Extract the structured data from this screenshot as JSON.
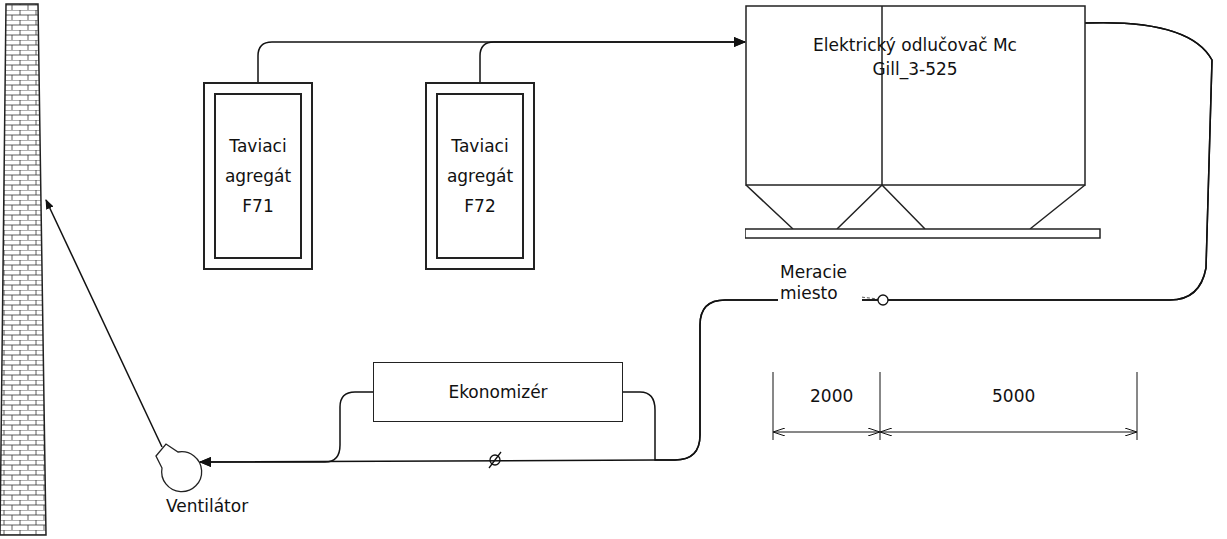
{
  "diagram": {
    "nodes": [
      {
        "text": [
          "Taviaci agregát F71"
        ]
      },
      {
        "text": [
          "Taviaci agregát F72"
        ]
      },
      {
        "text": [
          "Elektrický odlučovač Mc Gill_3-525"
        ]
      },
      {
        "text": [
          "Ekonomizér"
        ]
      },
      {
        "text": [
          "Ventilátor"
        ]
      }
    ],
    "edges": [
      {
        "from": 0,
        "to": 2,
        "arrow": "to"
      },
      {
        "from": 1,
        "to": 2,
        "arrow": "to"
      },
      {
        "from": 2,
        "to": 3,
        "arrow": "none"
      },
      {
        "from": 3,
        "to": 4,
        "arrow": "to"
      },
      {
        "from": 2,
        "to": 4,
        "arrow": "to"
      }
    ],
    "labels": [
      "Meracie miesto",
      "2000",
      "5000"
    ]
  }
}
